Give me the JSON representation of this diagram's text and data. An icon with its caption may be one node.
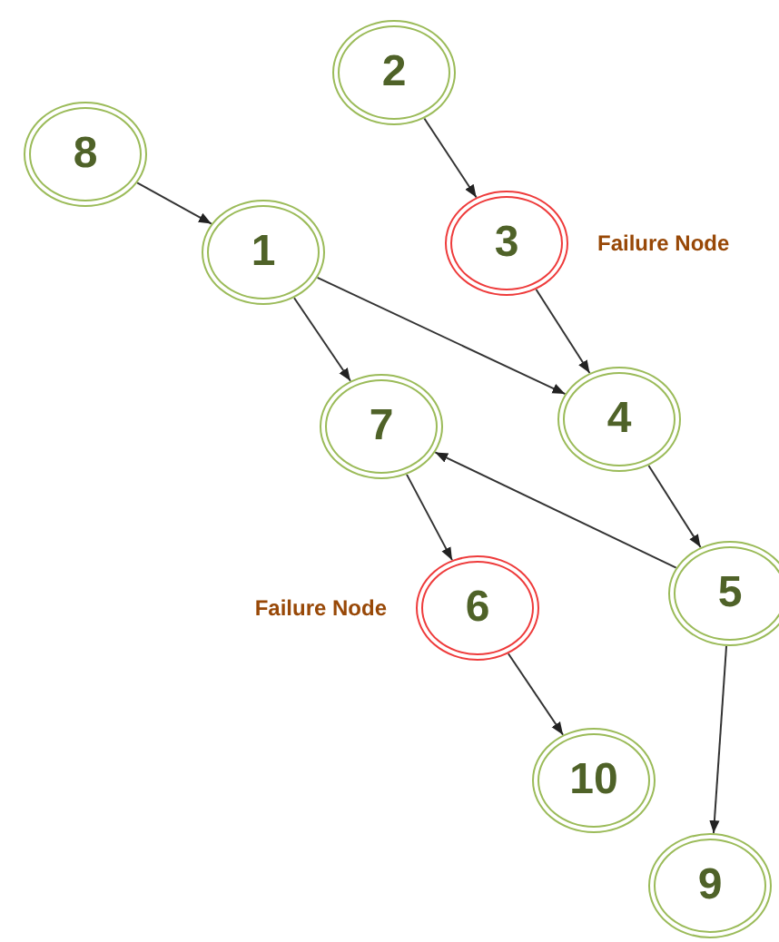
{
  "diagram": {
    "nodes": [
      {
        "text": [
          "2"
        ]
      },
      {
        "text": [
          "8"
        ]
      },
      {
        "text": [
          "1"
        ]
      },
      {
        "text": [
          "3"
        ],
        "beside": [
          "Failure Node"
        ]
      },
      {
        "text": [
          "7"
        ]
      },
      {
        "text": [
          "4"
        ]
      },
      {
        "text": [
          "5"
        ]
      },
      {
        "text": [
          "6"
        ],
        "beside": [
          "Failure Node"
        ]
      },
      {
        "text": [
          "10"
        ]
      },
      {
        "text": [
          "9"
        ]
      }
    ],
    "edges": [
      {
        "from": 1,
        "to": 2,
        "arrow": "to"
      },
      {
        "from": 0,
        "to": 3,
        "arrow": "to"
      },
      {
        "from": 2,
        "to": 4,
        "arrow": "to"
      },
      {
        "from": 2,
        "to": 5,
        "arrow": "to"
      },
      {
        "from": 3,
        "to": 5,
        "arrow": "to"
      },
      {
        "from": 5,
        "to": 6,
        "arrow": "to"
      },
      {
        "from": 6,
        "to": 4,
        "arrow": "to"
      },
      {
        "from": 4,
        "to": 7,
        "arrow": "to"
      },
      {
        "from": 7,
        "to": 8,
        "arrow": "to"
      },
      {
        "from": 6,
        "to": 9,
        "arrow": "to"
      }
    ]
  }
}
